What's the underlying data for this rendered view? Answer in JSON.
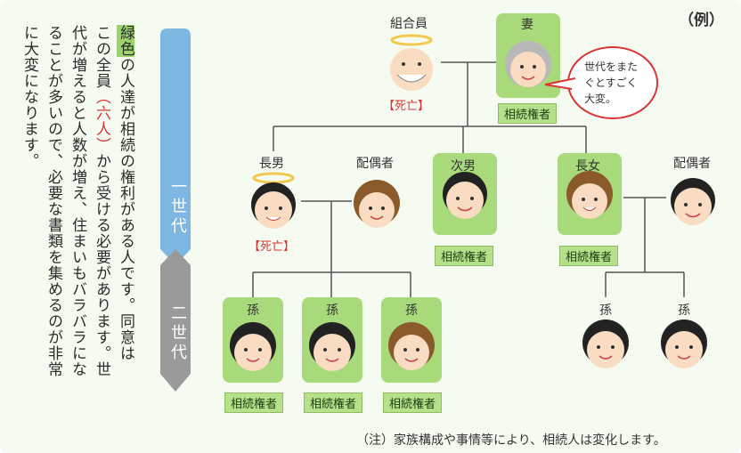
{
  "example_label": "（例）",
  "text": {
    "line1_hl": "緑色",
    "line1_rest": "の人達が相続の権利がある人です。同意は",
    "line2_a": "この全員",
    "line2_count": "（六人）",
    "line2_b": "から受ける必要があります。世",
    "line3": "代が増えると人数が増え、住まいもバラバラにな",
    "line4": "ることが多いので、必要な書類を集めるのが非常",
    "line5": "に大変になります。"
  },
  "generations": {
    "first": "一世代",
    "second": "二世代"
  },
  "people": {
    "member": "組合員",
    "wife": "妻",
    "eldest_son": "長男",
    "spouse1": "配偶者",
    "second_son": "次男",
    "eldest_daughter": "長女",
    "spouse2": "配偶者",
    "grandchild": "孫"
  },
  "badge": "相続権者",
  "deceased": "【死亡】",
  "bubble": {
    "line1": "世代をまた",
    "line2": "ぐとすごく",
    "line3": "大変。"
  },
  "footnote": "（注）家族構成や事情等により、相続人は変化します。",
  "colors": {
    "heir_green": "#a8d97a",
    "deceased_red": "#d93535",
    "arrow_blue": "#7fb7e3",
    "arrow_gray": "#9a9a9a"
  }
}
